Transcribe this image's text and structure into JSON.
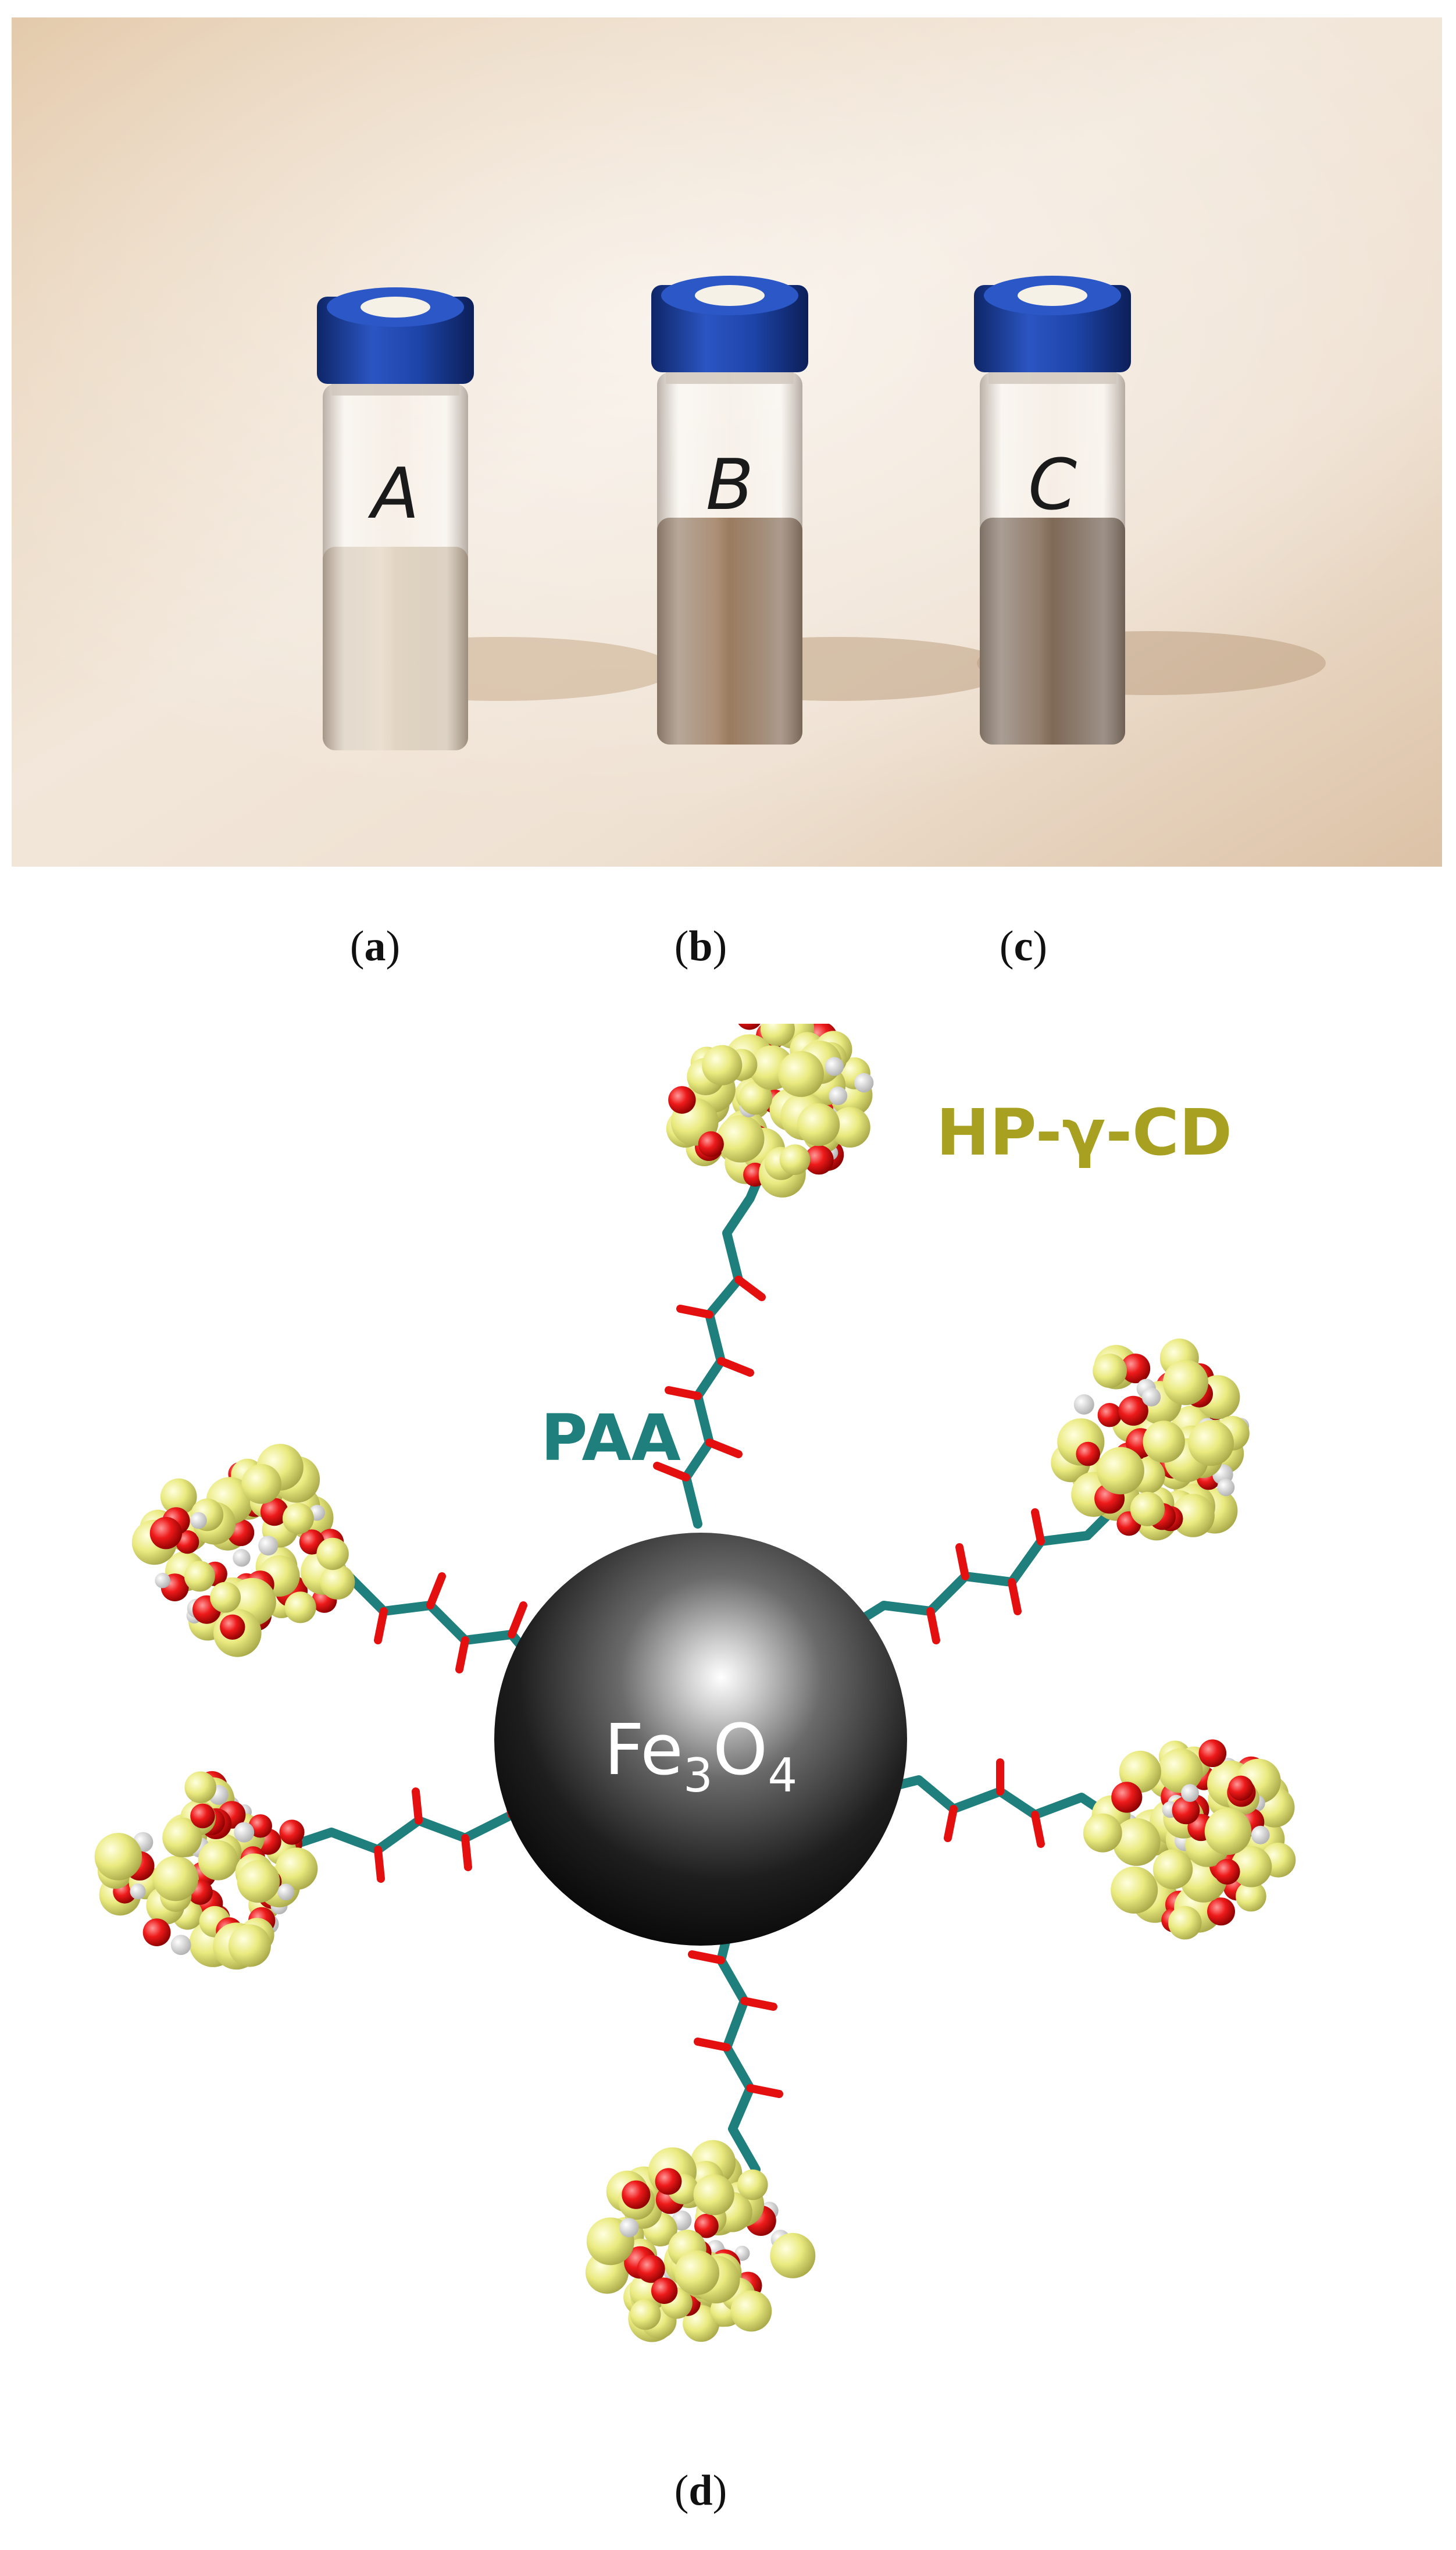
{
  "photo": {
    "vials": [
      {
        "label": "A"
      },
      {
        "label": "B"
      },
      {
        "label": "C"
      }
    ]
  },
  "panels": [
    {
      "letter": "a"
    },
    {
      "letter": "b"
    },
    {
      "letter": "c"
    },
    {
      "letter": "d"
    }
  ],
  "diagram": {
    "core_label_main": "Fe",
    "core_sub_1": "3",
    "core_label_mid": "O",
    "core_sub_2": "4",
    "polymer_label": "PAA",
    "cyclodextrin_label": "HP-γ-CD"
  },
  "colors": {
    "paa": "#1f7f7d",
    "cyclodextrin_label": "#a8a020",
    "cd_carbon": "#eeee88",
    "cd_oxygen": "#e41010",
    "cd_hydrogen": "#f2f2f2",
    "cap": "#1a3d9a",
    "liquid_a": "#d8c8b0",
    "liquid_b": "#7d5a3c",
    "liquid_c": "#5e4330"
  }
}
